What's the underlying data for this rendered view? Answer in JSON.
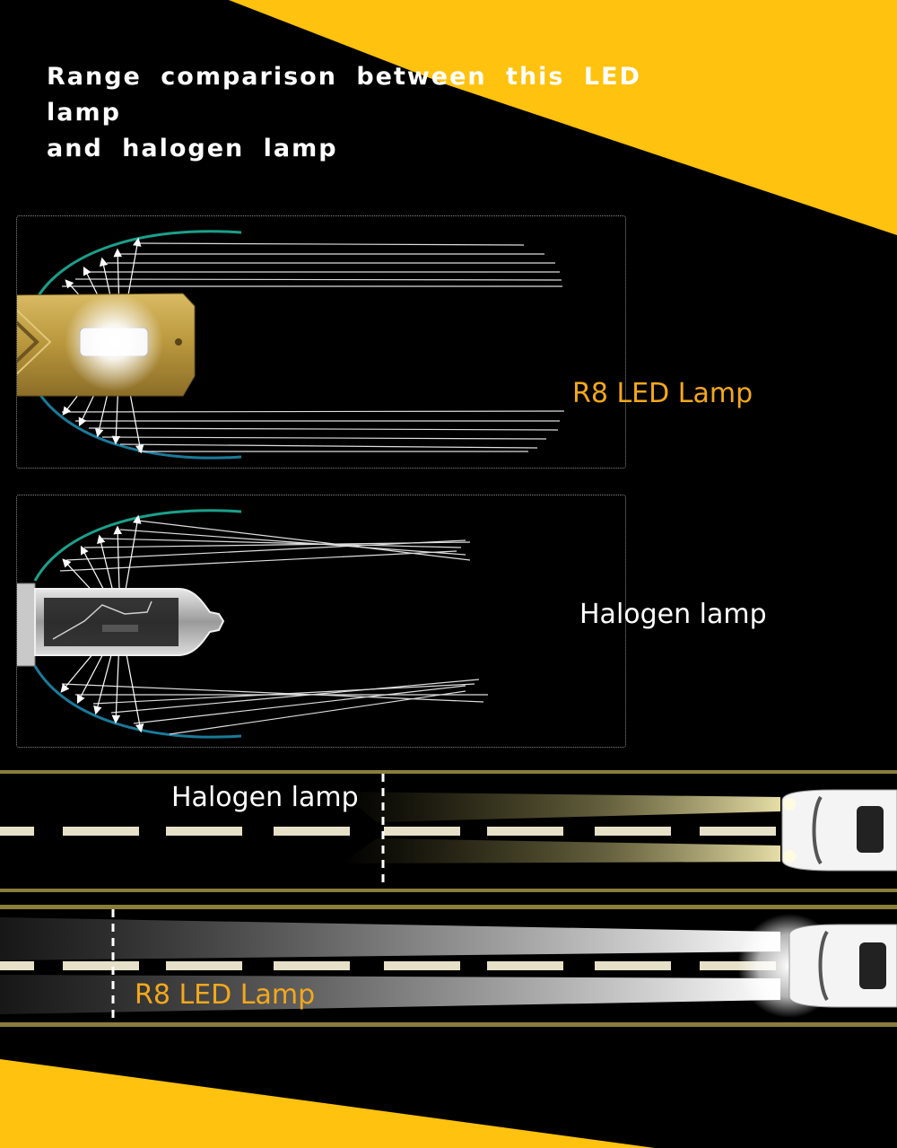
{
  "title": {
    "line1": "Range comparison between this LED lamp",
    "line2": "and halogen lamp"
  },
  "led_panel": {
    "label": "R8 LED Lamp",
    "label_color": "#f3a81c"
  },
  "halogen_panel": {
    "label": "Halogen lamp",
    "label_color": "#ffffff"
  },
  "road_halogen": {
    "label": "Halogen lamp",
    "label_color": "#ffffff"
  },
  "road_led": {
    "label": "R8 LED Lamp",
    "label_color": "#f3a81c"
  },
  "colors": {
    "background": "#000000",
    "accent_yellow": "#ffc20e",
    "road_line": "#8a7d3a",
    "reflector_top": "#1aa08a",
    "reflector_bottom": "#1a7a9a",
    "housing_gold": "#b8963c"
  }
}
